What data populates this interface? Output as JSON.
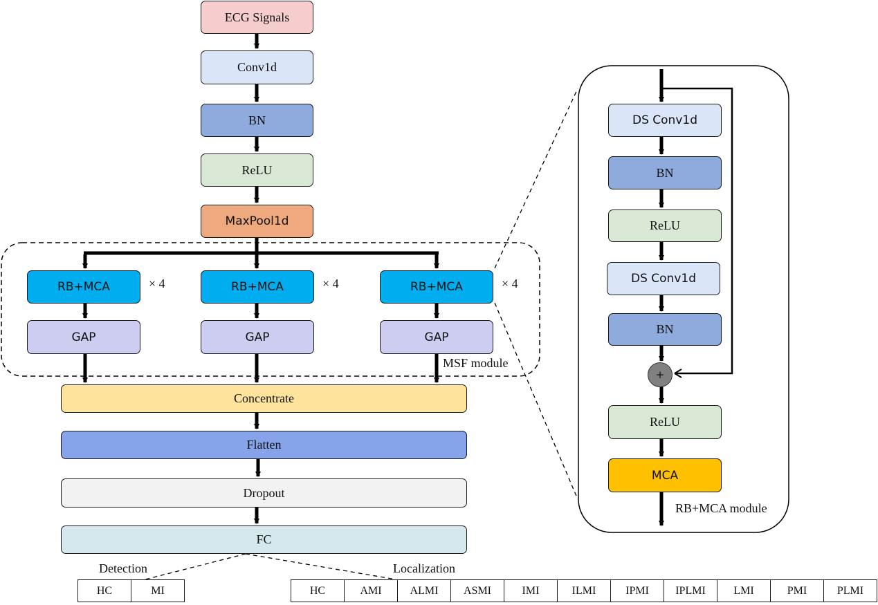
{
  "main": {
    "input": "ECG Signals",
    "conv1d": "Conv1d",
    "bn": "BN",
    "relu": "ReLU",
    "maxpool": "MaxPool1d",
    "concat": "Concentrate",
    "flatten": "Flatten",
    "dropout": "Dropout",
    "fc": "FC"
  },
  "msf": {
    "module_label": "MSF module",
    "branches": [
      {
        "block": "RB+MCA",
        "repeat": "× 4",
        "pool": "GAP"
      },
      {
        "block": "RB+MCA",
        "repeat": "× 4",
        "pool": "GAP"
      },
      {
        "block": "RB+MCA",
        "repeat": "× 4",
        "pool": "GAP"
      }
    ]
  },
  "rb_module": {
    "label": "RB+MCA module",
    "layers": [
      "DS Conv1d",
      "BN",
      "ReLU",
      "DS Conv1d",
      "BN",
      "ReLU",
      "MCA"
    ],
    "add_symbol": "+"
  },
  "outputs": {
    "detection_label": "Detection",
    "detection_classes": [
      "HC",
      "MI"
    ],
    "localization_label": "Localization",
    "localization_classes": [
      "HC",
      "AMI",
      "ALMI",
      "ASMI",
      "IMI",
      "ILMI",
      "IPMI",
      "IPLMI",
      "LMI",
      "PMI",
      "PLMI"
    ]
  },
  "colors": {
    "input": "#f5cdcd",
    "conv": "#dae6f7",
    "bn": "#8faadc",
    "relu": "#d9e8d5",
    "maxpool": "#eea97e",
    "rbmca": "#00aeef",
    "gap": "#cccdf0",
    "concat": "#fee39c",
    "flatten": "#87a3ea",
    "dropout": "#f2f2f2",
    "fc": "#d5e9ec",
    "mca": "#ffc000",
    "add": "#808080"
  }
}
